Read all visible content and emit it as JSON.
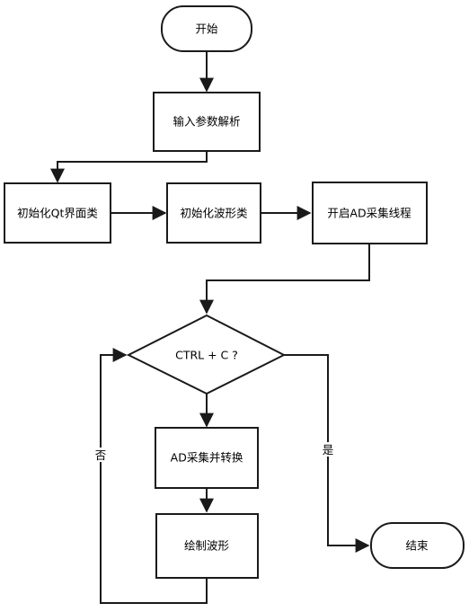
{
  "nodes": {
    "start": "开始",
    "parse": "输入参数解析",
    "init_qt": "初始化Qt界面类",
    "init_wave": "初始化波形类",
    "start_thread": "开启AD采集线程",
    "decision": "CTRL + C ?",
    "convert": "AD采集并转换",
    "draw": "绘制波形",
    "end": "结束"
  },
  "edge_labels": {
    "yes": "是",
    "no": "否"
  },
  "colors": {
    "stroke": "#1a1a1a",
    "fill": "#ffffff"
  }
}
